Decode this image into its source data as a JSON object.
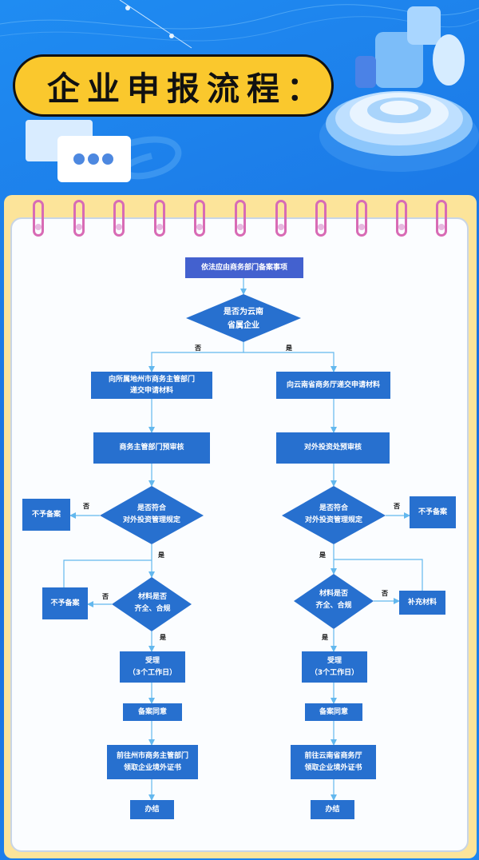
{
  "header": {
    "title": "企业申报流程："
  },
  "flow": {
    "start": "依法应由商务部门备案事项",
    "decision_main": [
      "是否为云南",
      "省属企业"
    ],
    "no": "否",
    "yes": "是",
    "left": {
      "submit": [
        "向所属地州市商务主管部门",
        "递交申请材料"
      ],
      "prereview": "商务主管部门预审核",
      "decision_rules": [
        "是否符合",
        "对外投资管理规定"
      ],
      "reject_rules": "不予备案",
      "decision_materials": [
        "材料是否",
        "齐全、合规"
      ],
      "reject_materials": "不予备案",
      "accept": [
        "受理",
        "（3个工作日）"
      ],
      "agree": "备案同意",
      "collect": [
        "前往州市商务主管部门",
        "领取企业境外证书"
      ],
      "done": "办结"
    },
    "right": {
      "submit": "向云南省商务厅递交申请材料",
      "prereview": "对外投资处预审核",
      "decision_rules": [
        "是否符合",
        "对外投资管理规定"
      ],
      "reject_rules": "不予备案",
      "decision_materials": [
        "材料是否",
        "齐全、合规"
      ],
      "supplement": "补充材料",
      "accept": [
        "受理",
        "（3个工作日）"
      ],
      "agree": "备案同意",
      "collect": [
        "前往云南省商务厅",
        "领取企业境外证书"
      ],
      "done": "办结"
    }
  },
  "colors": {
    "box": "#2770cf",
    "start_box": "#4361cf",
    "line": "#63b8ee",
    "title_bg": "#fac82d",
    "panel": "#fce49a"
  }
}
